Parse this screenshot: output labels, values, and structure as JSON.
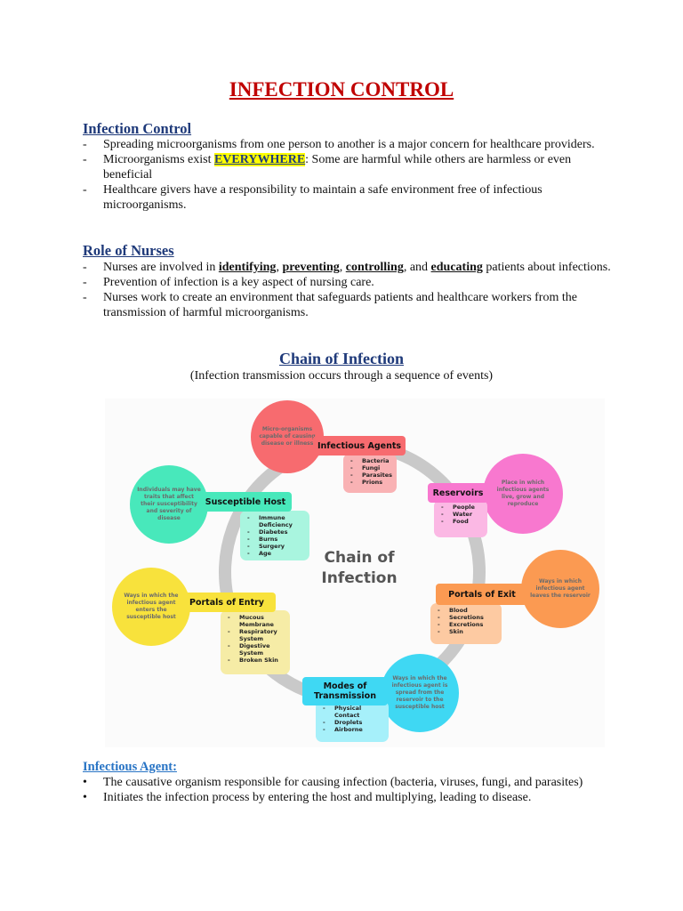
{
  "document": {
    "title": "INFECTION CONTROL",
    "sections": {
      "infection_control": {
        "heading": "Infection Control",
        "items": [
          {
            "text": "Spreading microorganisms from one person to another is a major concern for healthcare providers."
          },
          {
            "pre": "Microorganisms exist ",
            "highlight": "EVERYWHERE",
            "post": ": Some are harmful while others are harmless or even beneficial"
          },
          {
            "text": "Healthcare givers have a responsibility to maintain a safe environment free of infectious microorganisms."
          }
        ]
      },
      "role_of_nurses": {
        "heading": "Role of Nurses",
        "items": [
          {
            "pre": "Nurses are involved in ",
            "k1": "identifying",
            "s1": ", ",
            "k2": "preventing",
            "s2": ", ",
            "k3": "controlling",
            "s3": ", and ",
            "k4": "educating",
            "post": " patients about infections."
          },
          {
            "text": "Prevention of infection is a key aspect of nursing care."
          },
          {
            "text": "Nurses work to create an environment that safeguards patients and healthcare workers from the transmission of harmful microorganisms."
          }
        ]
      },
      "chain": {
        "heading": "Chain of Infection",
        "subtitle": "(Infection transmission occurs through a sequence of events)"
      },
      "infectious_agent": {
        "heading": "Infectious Agent:",
        "items": [
          {
            "text": "The causative organism responsible for causing infection (bacteria, viruses, fungi, and parasites)"
          },
          {
            "text": "Initiates the infection process by entering the host and multiplying, leading to disease."
          }
        ]
      }
    },
    "list_marker": "-",
    "bullet_marker": "•"
  },
  "diagram": {
    "center_title_line1": "Chain of",
    "center_title_line2": "Infection",
    "nodes": {
      "infectious_agents": {
        "label": "Infectious Agents",
        "description": "Micro-organisms capable of causing disease or illness",
        "items": [
          "Bacteria",
          "Fungi",
          "Parasites",
          "Prions"
        ],
        "color": "#f76b6f",
        "box_color": "#f9b2b4"
      },
      "reservoirs": {
        "label": "Reservoirs",
        "description": "Place in which infectious agents live, grow and reproduce",
        "items": [
          "People",
          "Water",
          "Food"
        ],
        "color": "#f878cf",
        "box_color": "#fbb8e4"
      },
      "portals_of_exit": {
        "label": "Portals of Exit",
        "description": "Ways in which infectious agent leaves the reservoir",
        "items": [
          "Blood",
          "Secretions",
          "Excretions",
          "Skin"
        ],
        "color": "#fb9a52",
        "box_color": "#fdcaa2"
      },
      "modes_of_transmission": {
        "label_line1": "Modes of",
        "label_line2": "Transmission",
        "description": "Ways in which the infectious agent is spread from the reservoir to the susceptible host",
        "items": [
          "Physical Contact",
          "Droplets",
          "Airborne"
        ],
        "color": "#3fd8f3",
        "box_color": "#a6f0fa"
      },
      "portals_of_entry": {
        "label": "Portals of Entry",
        "description": "Ways in which the infectious agent enters the susceptible host",
        "items": [
          "Mucous Membrane",
          "Respiratory System",
          "Digestive System",
          "Broken Skin"
        ],
        "color": "#f8e23c",
        "box_color": "#f6eca6"
      },
      "susceptible_host": {
        "label": "Susceptible Host",
        "description": "Individuals may have traits that affect their susceptibility and severity of disease",
        "items": [
          "Immune Deficiency",
          "Diabetes",
          "Burns",
          "Surgery",
          "Age"
        ],
        "color": "#48e8bb",
        "box_color": "#a9f5df"
      }
    },
    "ring_color": "#c9c9c9"
  }
}
